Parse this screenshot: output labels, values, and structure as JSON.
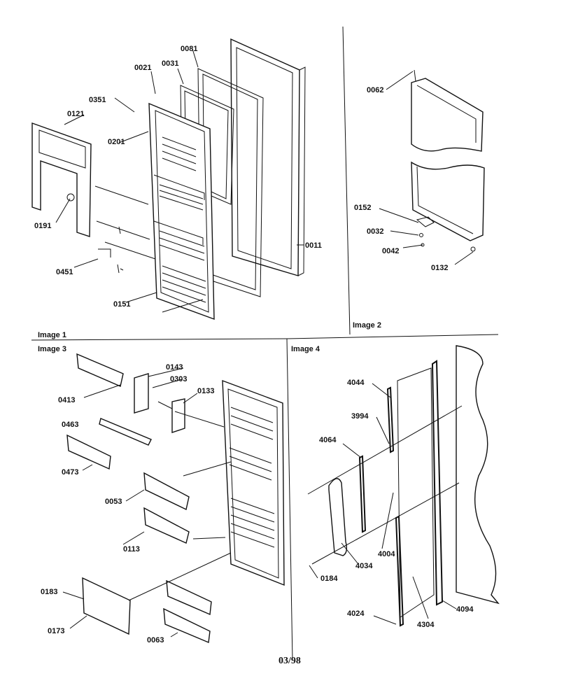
{
  "panels": {
    "image1": {
      "caption": "Image 1"
    },
    "image2": {
      "caption": "Image 2"
    },
    "image3": {
      "caption": "Image 3"
    },
    "image4": {
      "caption": "Image 4"
    }
  },
  "parts": {
    "p0081": "0081",
    "p0021": "0021",
    "p0031": "0031",
    "p0351": "0351",
    "p0121": "0121",
    "p0201": "0201",
    "p0191": "0191",
    "p0011": "0011",
    "p0451": "0451",
    "p0151": "0151",
    "p0062": "0062",
    "p0152": "0152",
    "p0032": "0032",
    "p0042": "0042",
    "p0132": "0132",
    "p0143": "0143",
    "p0303": "0303",
    "p0413": "0413",
    "p0133": "0133",
    "p0463": "0463",
    "p0473": "0473",
    "p0053": "0053",
    "p0113": "0113",
    "p0183": "0183",
    "p0173": "0173",
    "p0063": "0063",
    "p4044": "4044",
    "p3994": "3994",
    "p4064": "4064",
    "p4004": "4004",
    "p4034": "4034",
    "p0184": "0184",
    "p4024": "4024",
    "p4304": "4304",
    "p4094": "4094"
  },
  "footer": {
    "date": "03/98"
  }
}
